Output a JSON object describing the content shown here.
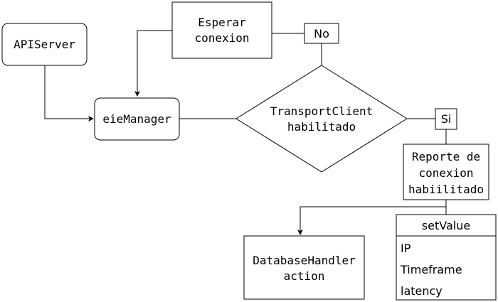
{
  "nodes": {
    "apiserver": "APIServer",
    "esperar": [
      "Esperar",
      "conexion"
    ],
    "no_label": "No",
    "eiemanager": "eieManager",
    "decision": [
      "TransportClient",
      "habilitado"
    ],
    "si_label": "Si",
    "reporte": [
      "Reporte de",
      "conexion",
      "habiilitado"
    ],
    "database": [
      "DatabaseHandler",
      "action"
    ],
    "setvalue": {
      "title": "setValue",
      "fields": [
        "IP",
        "Timeframe",
        "latency"
      ]
    }
  }
}
